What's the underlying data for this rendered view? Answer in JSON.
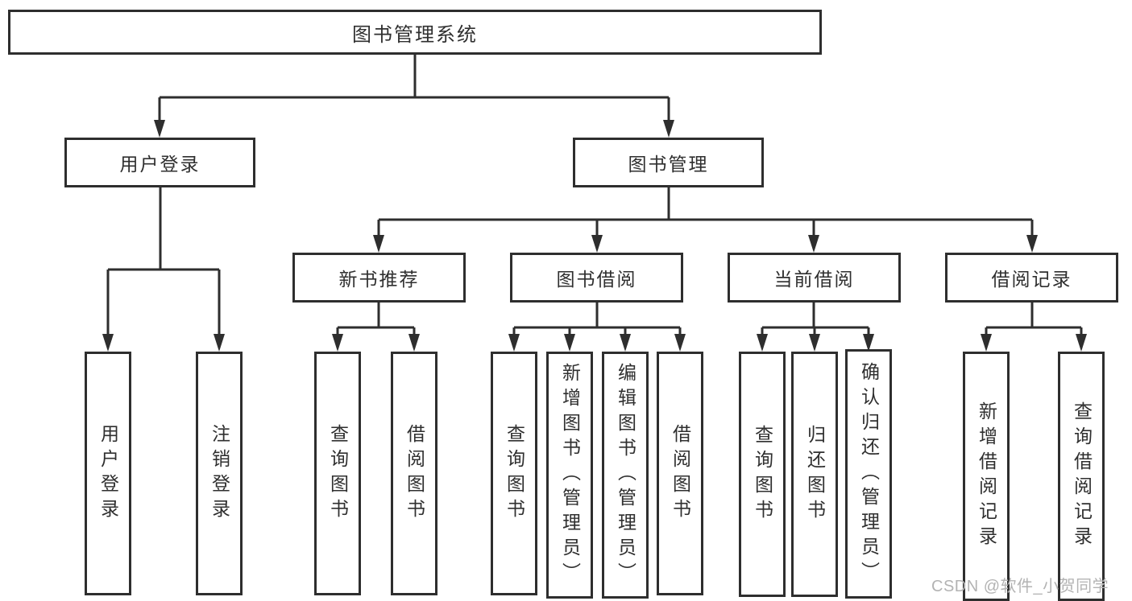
{
  "page": {
    "background": "#ffffff"
  },
  "colors": {
    "line": "#2e2e2e",
    "box_border": "#2e2e2e",
    "box_fill": "#ffffff",
    "text": "#2f2f2f",
    "watermark": "#b3b3b3"
  },
  "diagram_type": "hierarchy-tree",
  "tree": {
    "label": "图书管理系统",
    "children": [
      {
        "label": "用户登录",
        "children": [
          {
            "label": "用户登录"
          },
          {
            "label": "注销登录"
          }
        ]
      },
      {
        "label": "图书管理",
        "children": [
          {
            "label": "新书推荐",
            "children": [
              {
                "label": "查询图书"
              },
              {
                "label": "借阅图书"
              }
            ]
          },
          {
            "label": "图书借阅",
            "children": [
              {
                "label": "查询图书"
              },
              {
                "label": "新增图书（管理员）"
              },
              {
                "label": "编辑图书（管理员）"
              },
              {
                "label": "借阅图书"
              }
            ]
          },
          {
            "label": "当前借阅",
            "children": [
              {
                "label": "查询图书"
              },
              {
                "label": "归还图书"
              },
              {
                "label": "确认归还（管理员）"
              }
            ]
          },
          {
            "label": "借阅记录",
            "children": [
              {
                "label": "新增借阅记录"
              },
              {
                "label": "查询借阅记录"
              }
            ]
          }
        ]
      }
    ]
  },
  "watermark": {
    "text": "CSDN @软件_小贺同学"
  }
}
